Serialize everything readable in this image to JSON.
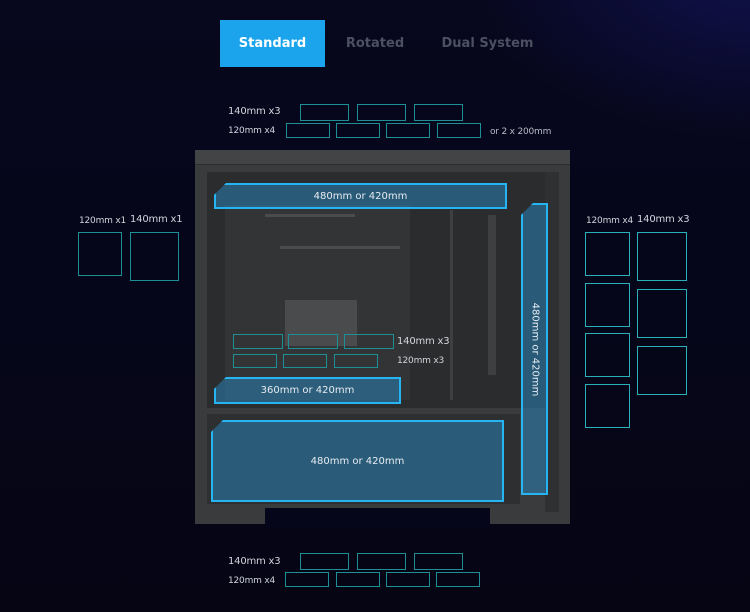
{
  "tabs": [
    {
      "label": "Standard",
      "active": true
    },
    {
      "label": "Rotated",
      "active": false
    },
    {
      "label": "Dual System",
      "active": false
    }
  ],
  "colors": {
    "accent": "#1ba4eb",
    "slot_outline": "#1e8f95",
    "zone_outline": "#27b4f2",
    "background": "#06061a"
  },
  "top_fans": {
    "row1_label": "140mm x3",
    "row2_label": "120mm x4",
    "alt_label": "or 2 x 200mm"
  },
  "left_fans": {
    "label_120": "120mm x1",
    "label_140": "140mm x1"
  },
  "right_fans": {
    "label_120": "120mm x4",
    "label_140": "140mm x3"
  },
  "middle_fans": {
    "row1_label": "140mm x3",
    "row2_label": "120mm x3"
  },
  "bottom_fans": {
    "row1_label": "140mm x3",
    "row2_label": "120mm x4"
  },
  "radiators": {
    "top": "480mm or 420mm",
    "side": "480mm or 420mm",
    "middle": "360mm or 420mm",
    "bottom": "480mm or 420mm"
  }
}
